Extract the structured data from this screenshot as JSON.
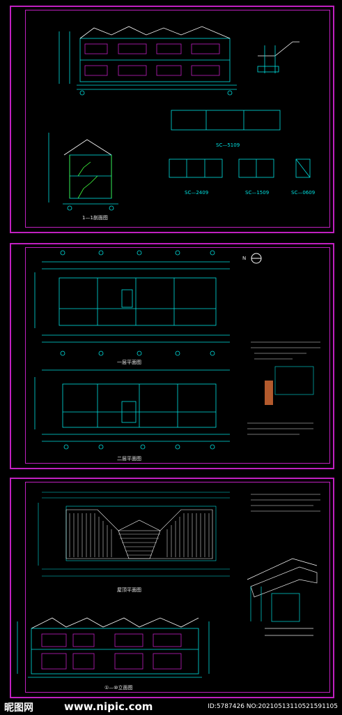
{
  "sheet1": {
    "side_elevation_title": "1—1剖面图",
    "window_titles": [
      "SC—5109",
      "SC—2409",
      "SC—1509",
      "SC—0609"
    ]
  },
  "sheet2": {
    "plan1_title": "一层平面图",
    "plan2_title": "二层平面图",
    "north_label": "N"
  },
  "sheet3": {
    "roof_title": "屋顶平面图",
    "elevation_title": "①—⑩立面图"
  },
  "watermark": {
    "logo": "昵图网",
    "url": "www.nipic.com",
    "id": "ID:5787426 NO:20210513110521591105"
  },
  "colors": {
    "frame": "#c020c0",
    "line": "#00e0e0",
    "roof": "#ffffff",
    "accent": "#ff40ff",
    "green": "#40ff40"
  }
}
